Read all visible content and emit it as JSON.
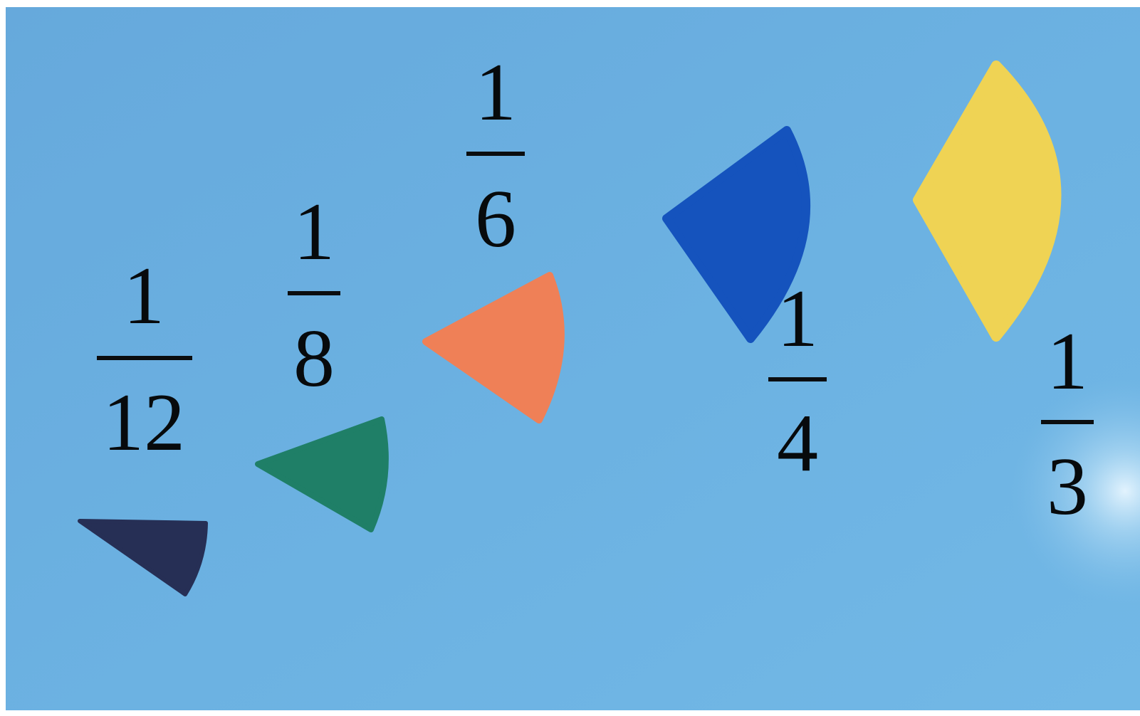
{
  "colors": {
    "board": "#6aaee0",
    "board_light": "#86c2ea",
    "pieces": {
      "twelfth": "#262f55",
      "eighth": "#1f7f67",
      "sixth": "#ef8057",
      "quarter": "#1553bd",
      "third": "#efd354"
    },
    "ink": "#070a0c"
  },
  "fractions": [
    {
      "id": "twelfth",
      "numerator": "1",
      "denominator": "12"
    },
    {
      "id": "eighth",
      "numerator": "1",
      "denominator": "8"
    },
    {
      "id": "sixth",
      "numerator": "1",
      "denominator": "6"
    },
    {
      "id": "quarter",
      "numerator": "1",
      "denominator": "4"
    },
    {
      "id": "third",
      "numerator": "1",
      "denominator": "3"
    }
  ]
}
